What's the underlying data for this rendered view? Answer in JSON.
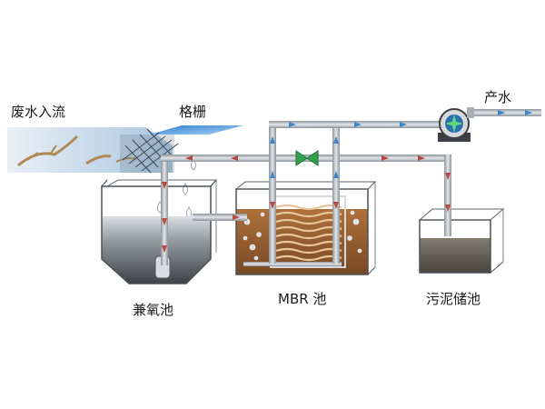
{
  "labels": {
    "influent": "废水入流",
    "screen": "格栅",
    "effluent": "产水",
    "anoxic_tank": "兼氧池",
    "mbr_tank": "MBR 池",
    "sludge_tank": "污泥储池"
  },
  "colors": {
    "pipe": "#a9aeb4",
    "flow_blue": "#3a86c8",
    "flow_red": "#c0473f",
    "valve": "#2fa34a",
    "pump": "#2a6fb0",
    "sludge": "#8a4d1e"
  }
}
